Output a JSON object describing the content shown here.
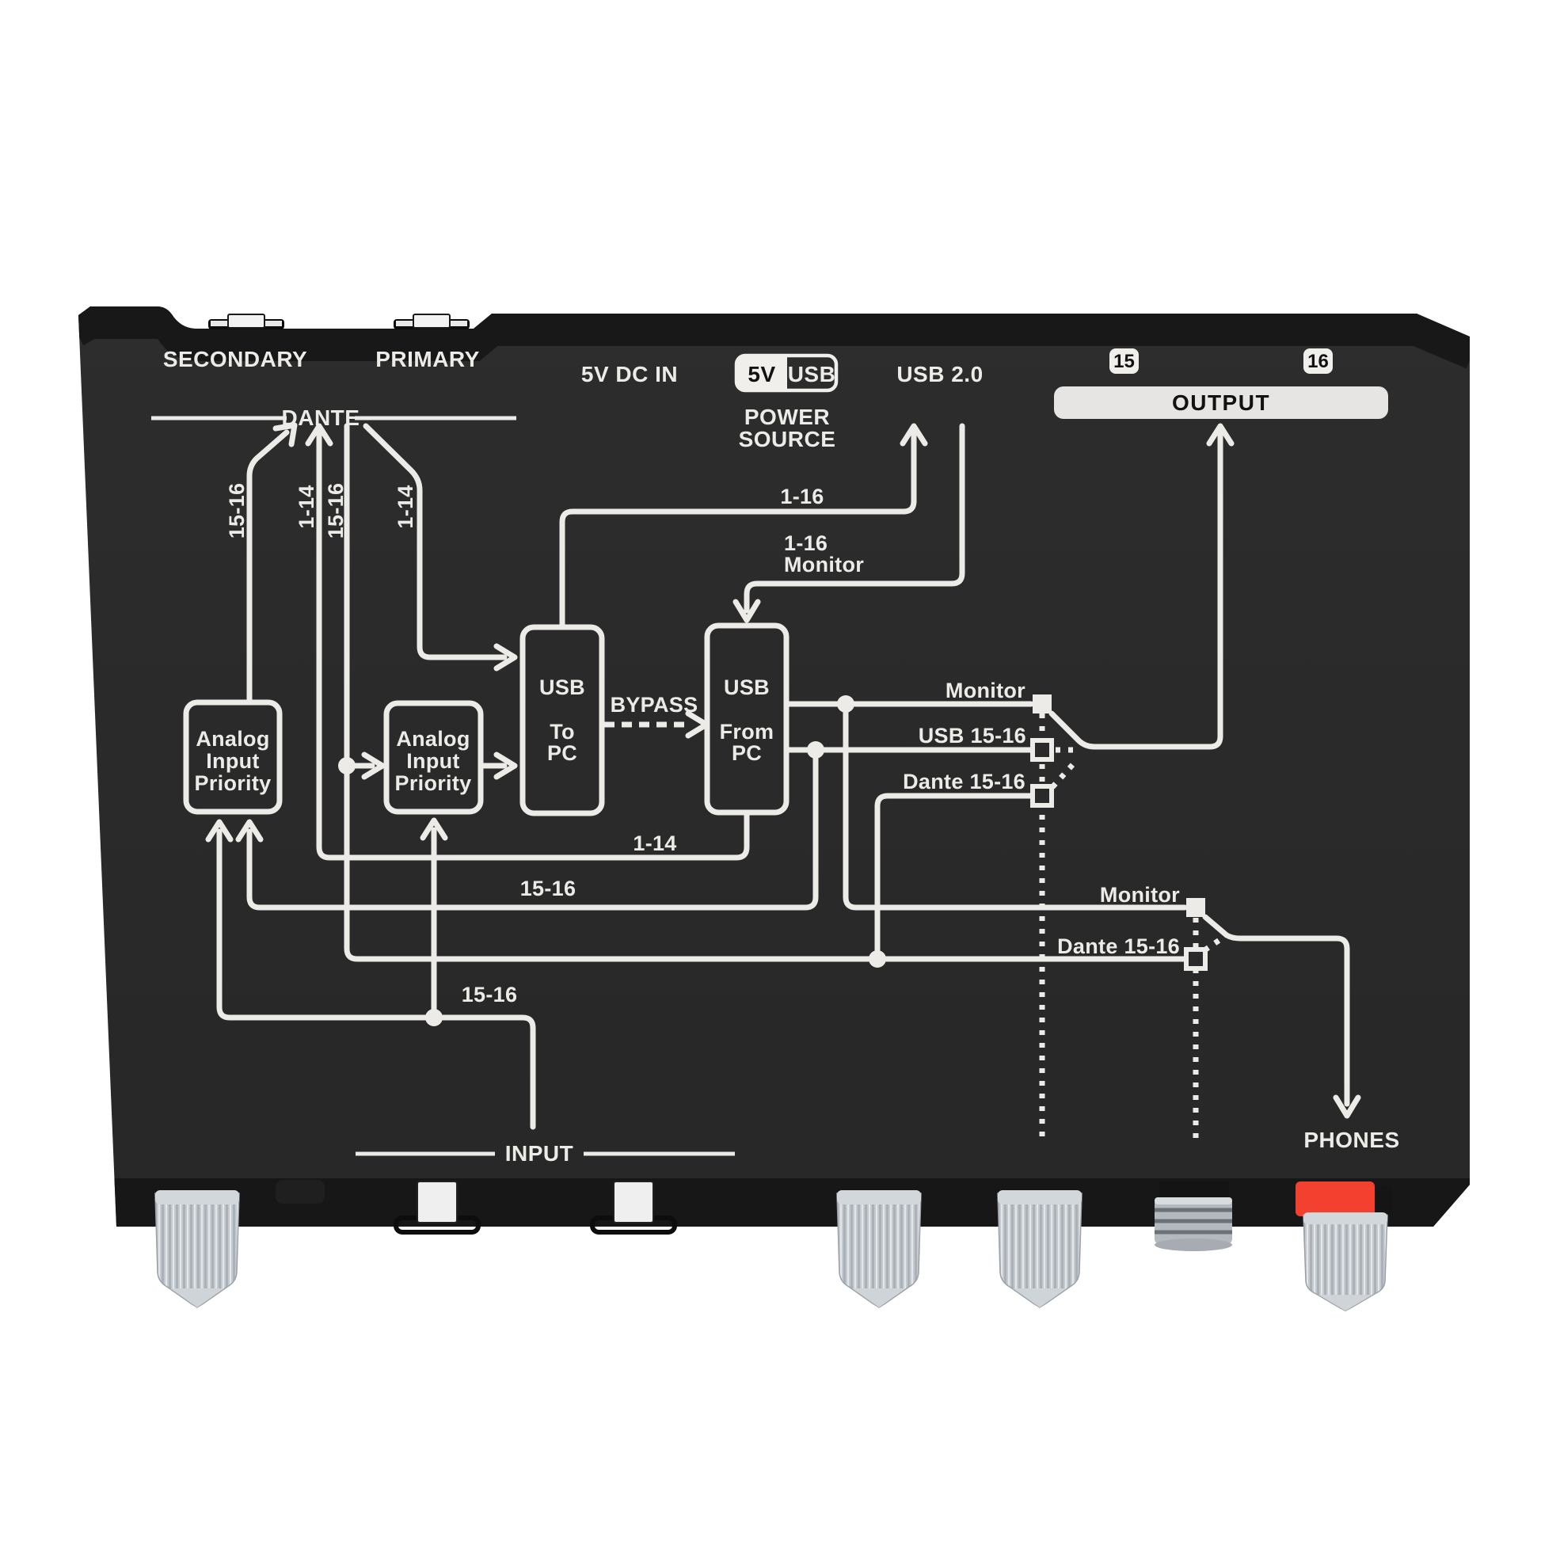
{
  "colors": {
    "background": "#ffffff",
    "panel": "#2a2a2a",
    "panel_edge_dark": "#171717",
    "diagram_line": "#ecebe7",
    "badge_fill": "#f0efec",
    "output_bar_fill": "#e6e5e3",
    "knob_gray": "#c6cbd0",
    "accent_red": "#f4402f"
  },
  "top_row": {
    "secondary_port_label": "SECONDARY",
    "primary_port_label": "PRIMARY",
    "dante_group_label": "DANTE",
    "dc_in_label": "5V DC IN",
    "power_badge": {
      "left": "5V",
      "right": "USB"
    },
    "power_source_label": [
      "POWER",
      "SOURCE"
    ],
    "usb_port_label": "USB 2.0",
    "output_channels": [
      "15",
      "16"
    ],
    "output_group_label": "OUTPUT"
  },
  "diagram": {
    "dante_trunk_labels": [
      "15-16",
      "1-14",
      "15-16",
      "1-14"
    ],
    "analog_input_priority_box": [
      "Analog",
      "Input",
      "Priority"
    ],
    "usb_to_pc_box": [
      "USB",
      "To",
      "PC"
    ],
    "usb_from_pc_box": [
      "USB",
      "From",
      "PC"
    ],
    "bypass_label": "BYPASS",
    "to_pc_channels_label": "1-16",
    "from_pc_channels_label": [
      "1-16",
      "Monitor"
    ],
    "from_pc_ch_1_14_label": "1-14",
    "from_pc_ch_15_16_label": "15-16",
    "input_15_16_label": "15-16",
    "output_select": {
      "monitor": "Monitor",
      "usb": "USB 15-16",
      "dante": "Dante 15-16"
    },
    "phones_select": {
      "monitor": "Monitor",
      "dante": "Dante 15-16"
    },
    "input_group_label": "INPUT",
    "phones_label": "PHONES"
  }
}
